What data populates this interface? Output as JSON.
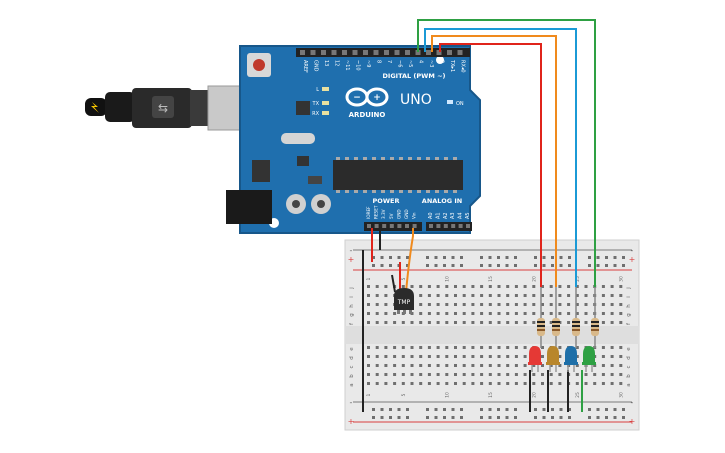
{
  "board": {
    "brand": "ARDUINO",
    "model": "UNO",
    "on_label": "ON",
    "led_labels": [
      "L",
      "TX",
      "RX"
    ],
    "digital_header_label": "DIGITAL (PWM ~)",
    "digital_pins": [
      "AREF",
      "GND",
      "13",
      "12",
      "~11",
      "~10",
      "~9",
      "8",
      "7",
      "~6",
      "~5",
      "4",
      "~3",
      "2",
      "TX▸1",
      "RX◂0"
    ],
    "power_header_label": "POWER",
    "power_pins": [
      "IOREF",
      "RESET",
      "3.3V",
      "5V",
      "GND",
      "GND",
      "Vin"
    ],
    "analog_header_label": "ANALOG IN",
    "analog_pins": [
      "A0",
      "A1",
      "A2",
      "A3",
      "A4",
      "A5"
    ]
  },
  "sensor": {
    "label": "TMP"
  },
  "breadboard": {
    "plus_label": "+",
    "minus_label": "-",
    "row_letters_top": [
      "j",
      "i",
      "h",
      "g",
      "f"
    ],
    "row_letters_bottom": [
      "e",
      "d",
      "c",
      "b",
      "a"
    ],
    "column_numbers": [
      "1",
      "5",
      "10",
      "15",
      "20",
      "25",
      "30"
    ]
  },
  "leds": [
    {
      "color": "red",
      "hex": "#e53935"
    },
    {
      "color": "yellow",
      "hex": "#b8862b"
    },
    {
      "color": "blue",
      "hex": "#1e6fa8"
    },
    {
      "color": "green",
      "hex": "#2ea043"
    }
  ],
  "wire_colors": {
    "red": "#e0241b",
    "orange": "#f08a1d",
    "blue": "#1b9ad6",
    "green": "#2ea043",
    "black": "#222222"
  }
}
